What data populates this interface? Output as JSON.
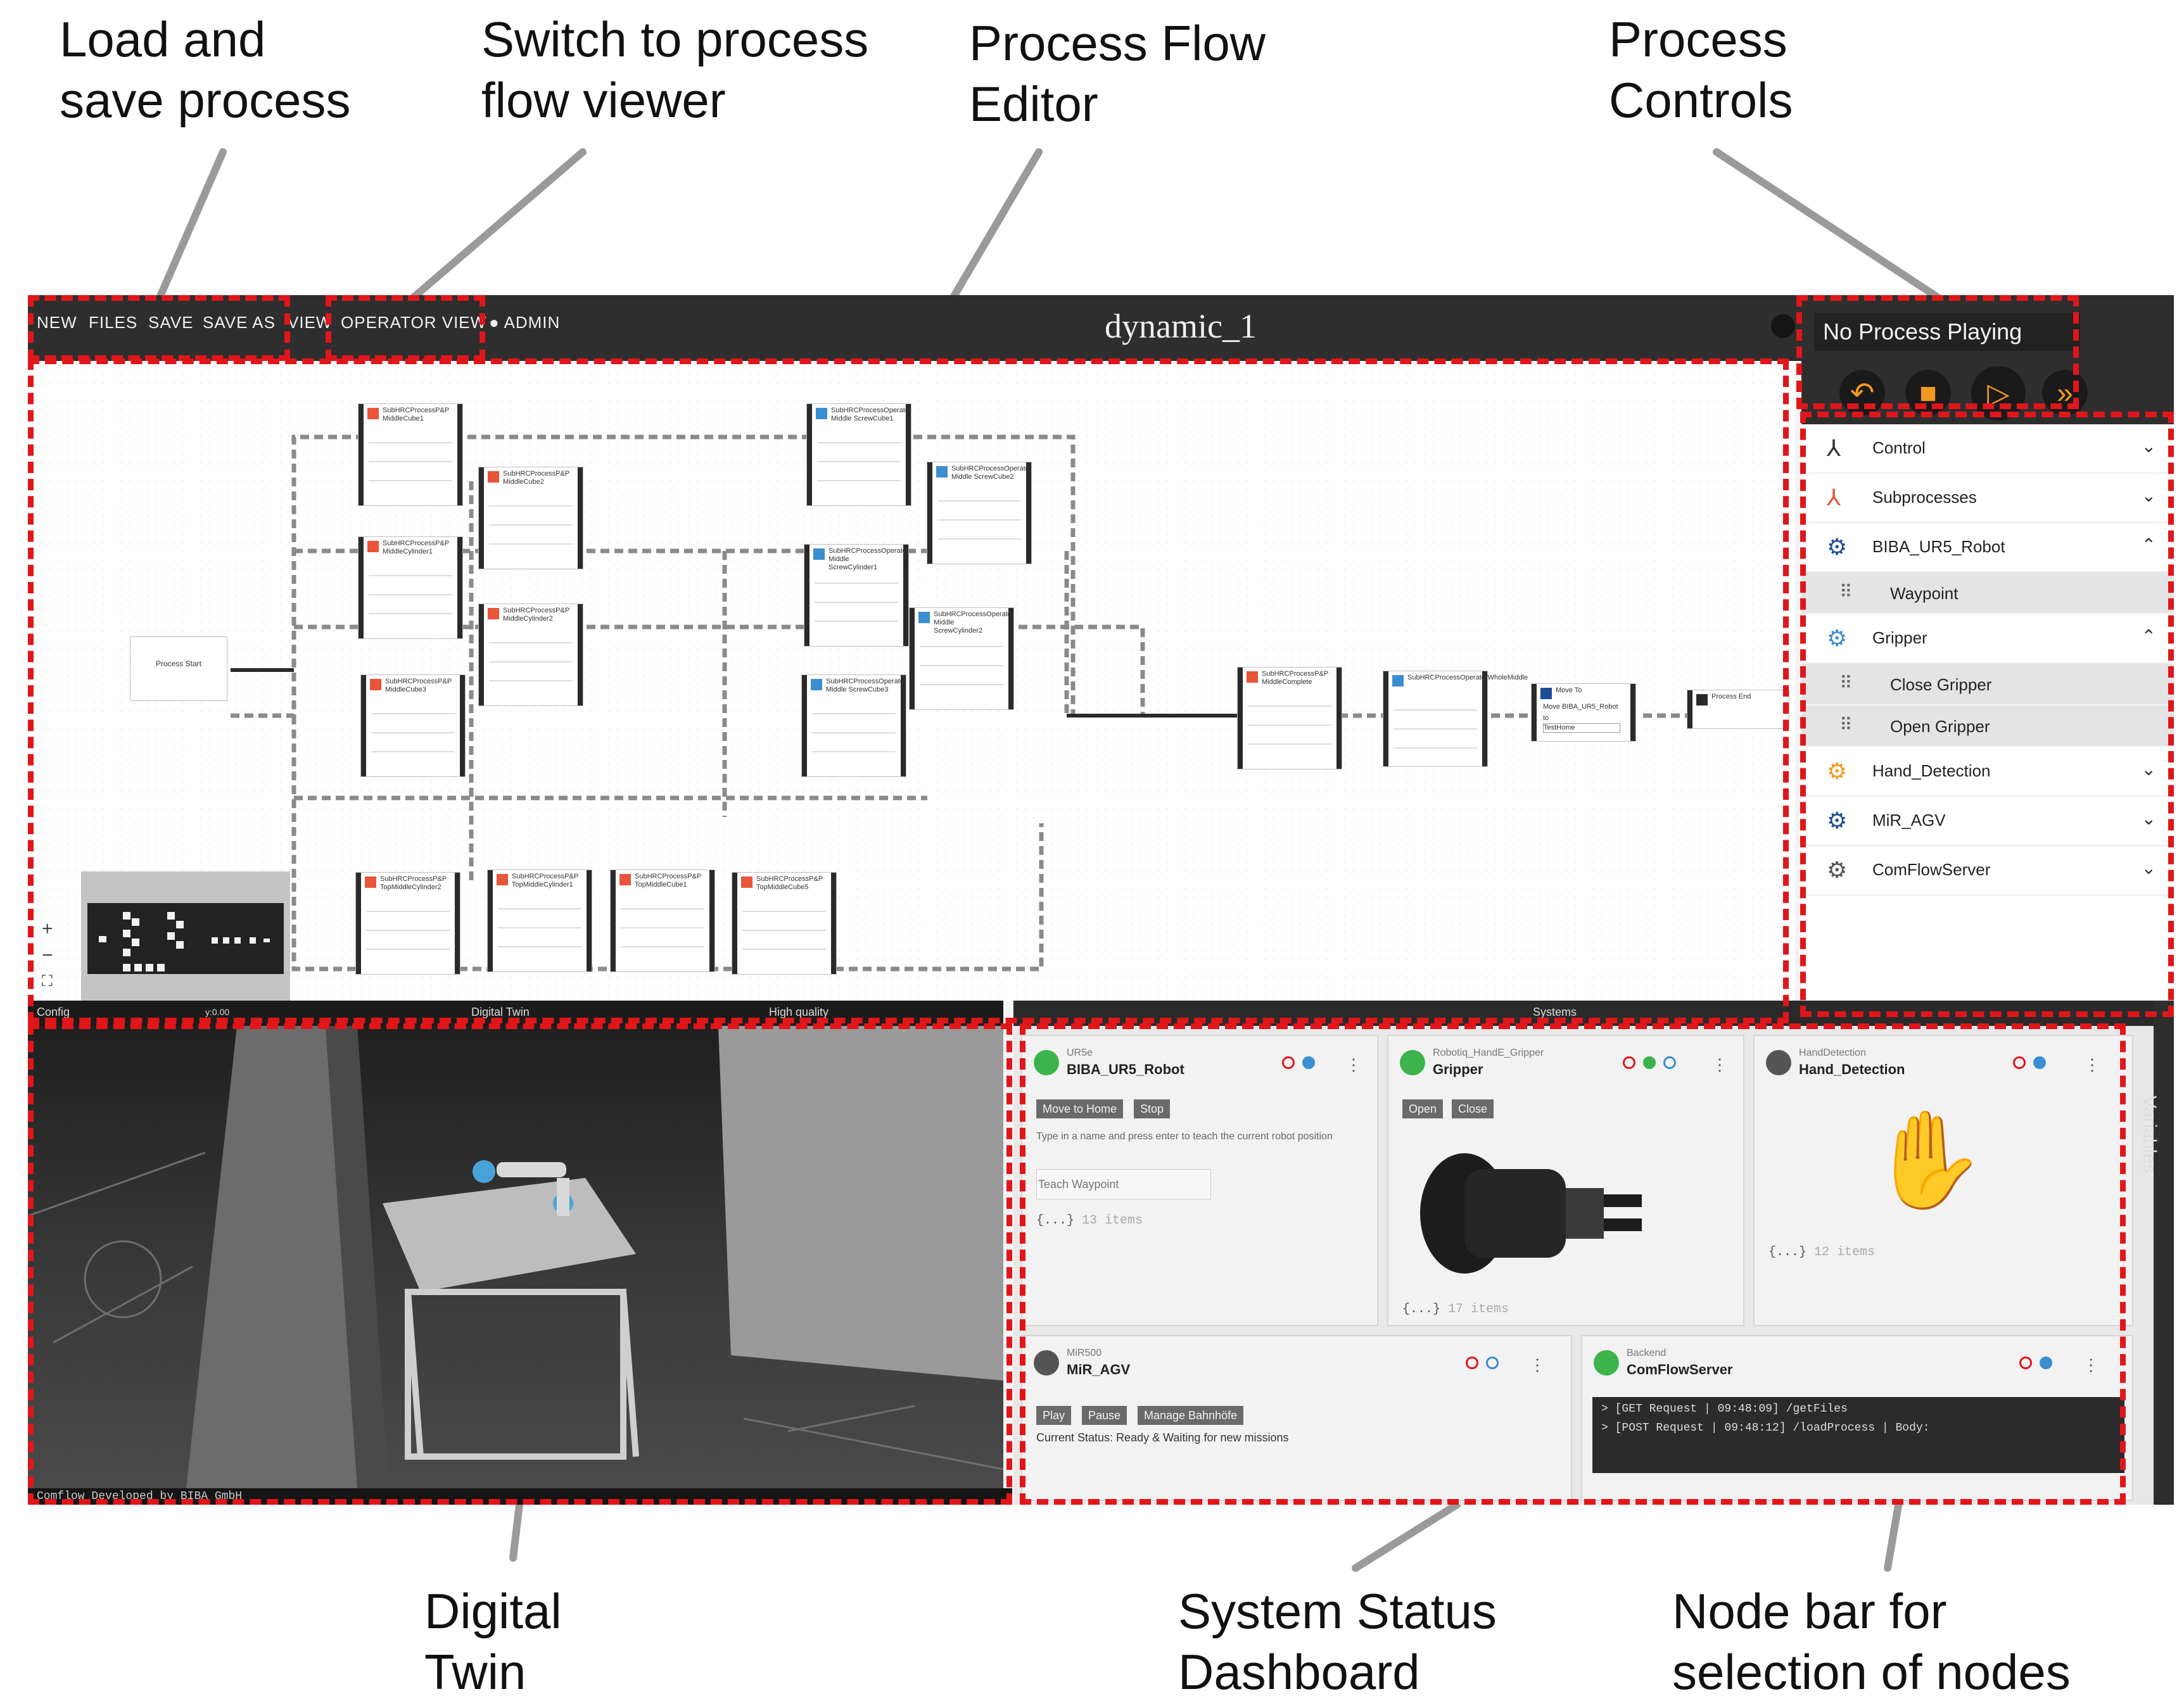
{
  "callouts": {
    "load_save": [
      "Load and",
      "save process"
    ],
    "operator_switch": [
      "Switch to process",
      "flow viewer"
    ],
    "flow_editor": [
      "Process Flow",
      "Editor"
    ],
    "process_controls": [
      "Process",
      "Controls"
    ],
    "digital_twin": [
      "Digital",
      "Twin"
    ],
    "status_dashboard": [
      "System Status",
      "Dashboard"
    ],
    "node_bar": [
      "Node bar for",
      "selection of nodes"
    ]
  },
  "menu": {
    "new": "NEW",
    "files": "FILES",
    "save": "SAVE",
    "save_as": "SAVE AS",
    "view": "VIEW",
    "operator_view": "OPERATOR VIEW",
    "admin": "ADMIN"
  },
  "document_title": "dynamic_1",
  "process_status": "No Process Playing",
  "controls": {
    "step_back_icon": "undo-icon",
    "stop_icon": "stop-icon",
    "play_icon": "play-icon",
    "skip_icon": "fast-forward-icon"
  },
  "flow": {
    "start_label": "Process Start",
    "end_label": "Process End",
    "nodes_top": [
      "SubHRCProcessP&P MiddleCube1",
      "SubHRCProcessP&P MiddleCube2",
      "SubHRCProcessP&P MiddleCylinder1",
      "SubHRCProcessP&P MiddleCylinder2",
      "SubHRCProcessP&P MiddleCube3"
    ],
    "nodes_mid": [
      "SubHRCProcessOperator Middle ScrewCube1",
      "SubHRCProcessOperator Middle ScrewCube2",
      "SubHRCProcessOperator Middle ScrewCylinder1",
      "SubHRCProcessOperator Middle ScrewCylinder2",
      "SubHRCProcessOperator Middle ScrewCube3"
    ],
    "nodes_bottom": [
      "SubHRCProcessP&P TopMiddleCylinder2",
      "SubHRCProcessP&P TopMiddleCylinder1",
      "SubHRCProcessP&P TopMiddleCube1",
      "SubHRCProcessP&P TopMiddleCube5"
    ],
    "node_complete": "SubHRCProcessP&P MiddleComplete",
    "node_operator_whole": "SubHRCProcessOperatorWholeMiddle",
    "move_node": {
      "title": "Move To",
      "robot": "Move BIBA_UR5_Robot",
      "to": "to",
      "target": "TestHome"
    },
    "zoom_in": "+",
    "zoom_out": "−",
    "fit": "⛶"
  },
  "nodebar": {
    "items": [
      {
        "label": "Control",
        "icon": "control-icon",
        "color": "#333333",
        "chevron": "⌄"
      },
      {
        "label": "Subprocesses",
        "icon": "subprocess-icon",
        "color": "#e8553a",
        "chevron": "⌄"
      },
      {
        "label": "BIBA_UR5_Robot",
        "icon": "robot-arm-icon",
        "color": "#1f4e99",
        "chevron": "⌃"
      },
      {
        "label": "Gripper",
        "icon": "robot-arm-icon",
        "color": "#3b8ed0",
        "chevron": "⌃"
      },
      {
        "label": "Hand_Detection",
        "icon": "robot-arm-icon",
        "color": "#f39a1e",
        "chevron": "⌄"
      },
      {
        "label": "MiR_AGV",
        "icon": "robot-arm-icon",
        "color": "#1f4e99",
        "chevron": "⌄"
      },
      {
        "label": "ComFlowServer",
        "icon": "robot-arm-icon",
        "color": "#555555",
        "chevron": "⌄"
      }
    ],
    "robot_children": [
      "Waypoint"
    ],
    "gripper_children": [
      "Close Gripper",
      "Open Gripper"
    ]
  },
  "twin": {
    "head_left": "Config",
    "head_mid": "Digital Twin",
    "coords": "y:0.00",
    "quality_label": "High quality",
    "footer": "Comflow  Developed by BIBA GmbH"
  },
  "dashboard": {
    "head": "Systems",
    "cards": {
      "ur5": {
        "type": "UR5e",
        "name": "BIBA_UR5_Robot",
        "btn1": "Move to Home",
        "btn2": "Stop",
        "hint": "Type in a name and press enter to teach the current robot position",
        "placeholder": "Teach Waypoint",
        "json": "{...}",
        "count": "13 items",
        "dot": "#3cb44b"
      },
      "gripper": {
        "type": "Robotiq_HandE_Gripper",
        "name": "Gripper",
        "btn1": "Open",
        "btn2": "Close",
        "json": "{...}",
        "count": "17 items",
        "dot": "#3cb44b"
      },
      "hand": {
        "type": "HandDetection",
        "name": "Hand_Detection",
        "json": "{...}",
        "count": "12 items",
        "dot": "#555555"
      },
      "mir": {
        "type": "MiR500",
        "name": "MiR_AGV",
        "btn1": "Play",
        "btn2": "Pause",
        "btn3": "Manage Bahnhöfe",
        "status": "Current Status: Ready & Waiting for new missions",
        "dot": "#555555"
      },
      "backend": {
        "type": "Backend",
        "name": "ComFlowServer",
        "dot": "#3cb44b",
        "log": [
          "> [GET Request | 09:48:09] /getFiles",
          "> [POST Request | 09:48:12] /loadProcess | Body:"
        ]
      }
    },
    "variables_label": "Variables"
  },
  "colors": {
    "accent": "#f39a1e",
    "highlight": "#e0161b",
    "topbar": "#2e2e2e"
  }
}
